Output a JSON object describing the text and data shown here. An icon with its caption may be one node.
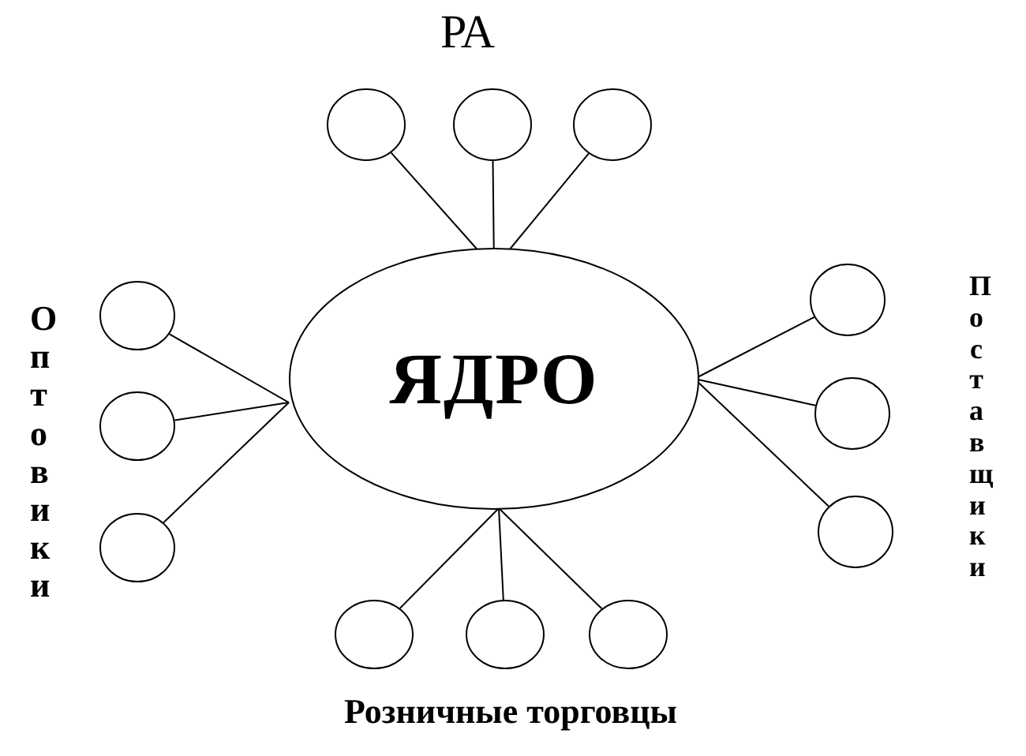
{
  "diagram": {
    "nodes": [
      {
        "text": [
          "ЯДРО"
        ]
      },
      {
        "text": [],
        "shape": "circle"
      },
      {
        "text": [],
        "shape": "circle"
      },
      {
        "text": [],
        "shape": "circle"
      },
      {
        "text": [],
        "shape": "circle"
      },
      {
        "text": [],
        "shape": "circle"
      },
      {
        "text": [],
        "shape": "circle"
      },
      {
        "text": [],
        "shape": "circle"
      },
      {
        "text": [],
        "shape": "circle"
      },
      {
        "text": [],
        "shape": "circle"
      },
      {
        "text": [],
        "shape": "circle"
      },
      {
        "text": [],
        "shape": "circle"
      },
      {
        "text": [],
        "shape": "circle"
      }
    ],
    "edges": [
      {
        "from": 1,
        "to": 0,
        "arrow": "none"
      },
      {
        "from": 2,
        "to": 0,
        "arrow": "none"
      },
      {
        "from": 3,
        "to": 0,
        "arrow": "none"
      },
      {
        "from": 4,
        "to": 0,
        "arrow": "none"
      },
      {
        "from": 5,
        "to": 0,
        "arrow": "none"
      },
      {
        "from": 6,
        "to": 0,
        "arrow": "none"
      },
      {
        "from": 7,
        "to": 0,
        "arrow": "none"
      },
      {
        "from": 8,
        "to": 0,
        "arrow": "none"
      },
      {
        "from": 9,
        "to": 0,
        "arrow": "none"
      },
      {
        "from": 10,
        "to": 0,
        "arrow": "none"
      },
      {
        "from": 11,
        "to": 0,
        "arrow": "none"
      },
      {
        "from": 12,
        "to": 0,
        "arrow": "none"
      }
    ],
    "labels": [
      "РА",
      "Оптовики",
      "Поставщики",
      "Розничные торговцы"
    ]
  }
}
